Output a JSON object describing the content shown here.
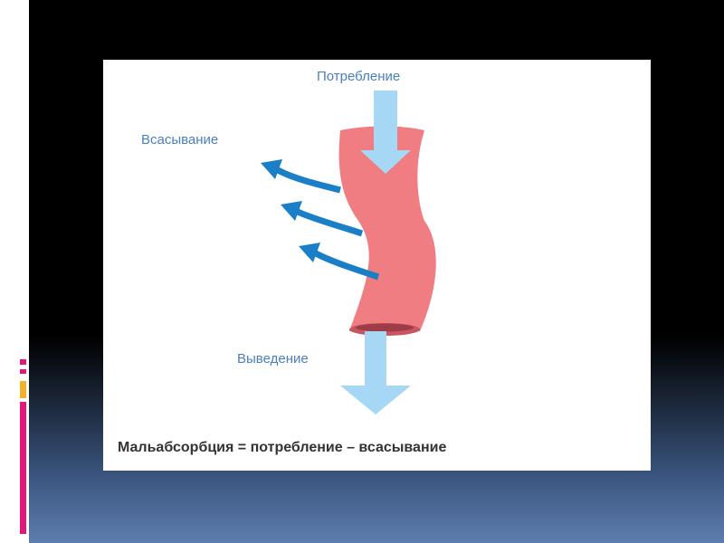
{
  "labels": {
    "intake": "Потребление",
    "absorption": "Всасывание",
    "excretion": "Выведение"
  },
  "formula": "Мальабсорбция = потребление – всасывание",
  "colors": {
    "tube": "#ef7d82",
    "tube_dark": "#c85560",
    "intake_arrow": "#a6d8f5",
    "absorption_arrows": "#1a7fc6",
    "label_text": "#4a7fc1",
    "accent_pink": "#e0187a",
    "accent_yellow": "#f2b22c"
  }
}
